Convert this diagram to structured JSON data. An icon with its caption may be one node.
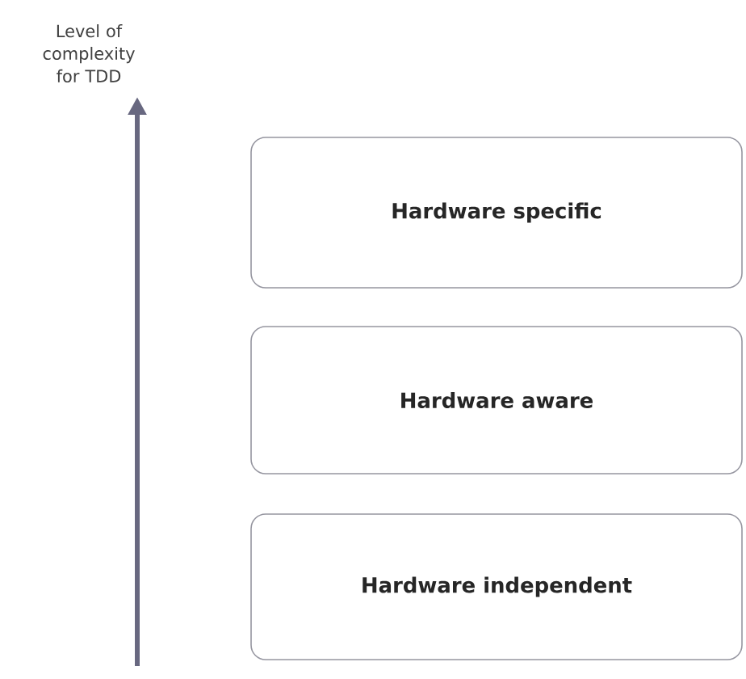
{
  "diagram": {
    "nodes": [
      {
        "text": [
          "Hardware specific"
        ]
      },
      {
        "text": [
          "Hardware aware"
        ]
      },
      {
        "text": [
          "Hardware independent"
        ]
      }
    ],
    "labels": [
      "Level of complexity for TDD"
    ]
  }
}
